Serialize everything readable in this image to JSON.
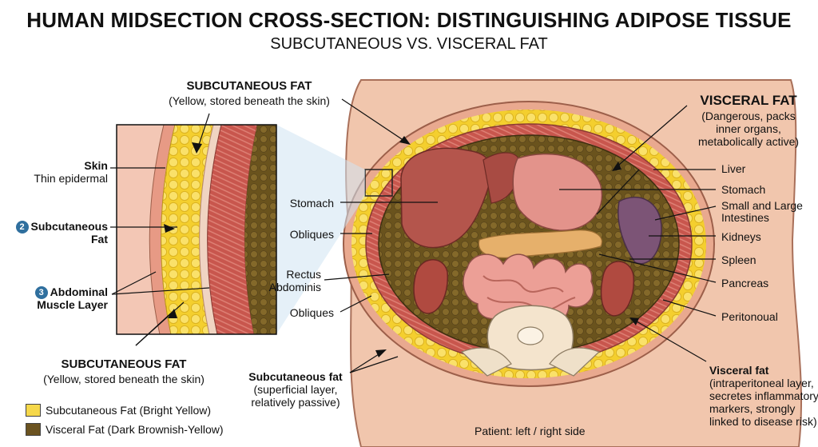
{
  "title": "HUMAN MIDSECTION CROSS-SECTION: DISTINGUISHING ADIPOSE TISSUE",
  "subtitle": "SUBCUTANEOUS VS. VISCERAL FAT",
  "inset": {
    "top_heading": "SUBCUTANEOUS FAT",
    "top_note": "(Yellow, stored beneath the skin)",
    "skin_label": "Skin",
    "skin_note": "Thin epidermal",
    "subq_badge": "2",
    "subq_label_1": "Subcutaneous",
    "subq_label_2": "Fat",
    "muscle_badge": "3",
    "muscle_label_1": "Abdominal",
    "muscle_label_2": "Muscle Layer",
    "bottom_heading": "SUBCUTANEOUS FAT",
    "bottom_note": "(Yellow, stored beneath the skin)"
  },
  "middle_labels": {
    "stomach": "Stomach",
    "obliques_top": "Obliques",
    "rectus_1": "Rectus",
    "rectus_2": "Abdominis",
    "obliques_bottom": "Obliques"
  },
  "subq_bottom": {
    "heading": "Subcutaneous fat",
    "note_1": "(superficial layer,",
    "note_2": "relatively passive)"
  },
  "visceral_top": {
    "heading": "VISCERAL FAT",
    "note_1": "(Dangerous, packs",
    "note_2": "inner organs,",
    "note_3": "metabolically active)"
  },
  "organ_labels": [
    "Liver",
    "Stomach",
    "Small and Large",
    "Intestines",
    "Kidneys",
    "Spleen",
    "Pancreas",
    "Peritonoual"
  ],
  "visceral_bottom": {
    "heading": "Visceral fat",
    "note_1": "(intraperitoneal layer,",
    "note_2": "secretes inflammatory",
    "note_3": "markers, strongly",
    "note_4": "linked to disease risk)"
  },
  "footer": "Patient: left / right side",
  "legend": [
    {
      "label": "Subcutaneous Fat (Bright Yellow)",
      "color": "#f6d84a"
    },
    {
      "label": "Visceral Fat (Dark Brownish-Yellow)",
      "color": "#6b5320"
    }
  ]
}
